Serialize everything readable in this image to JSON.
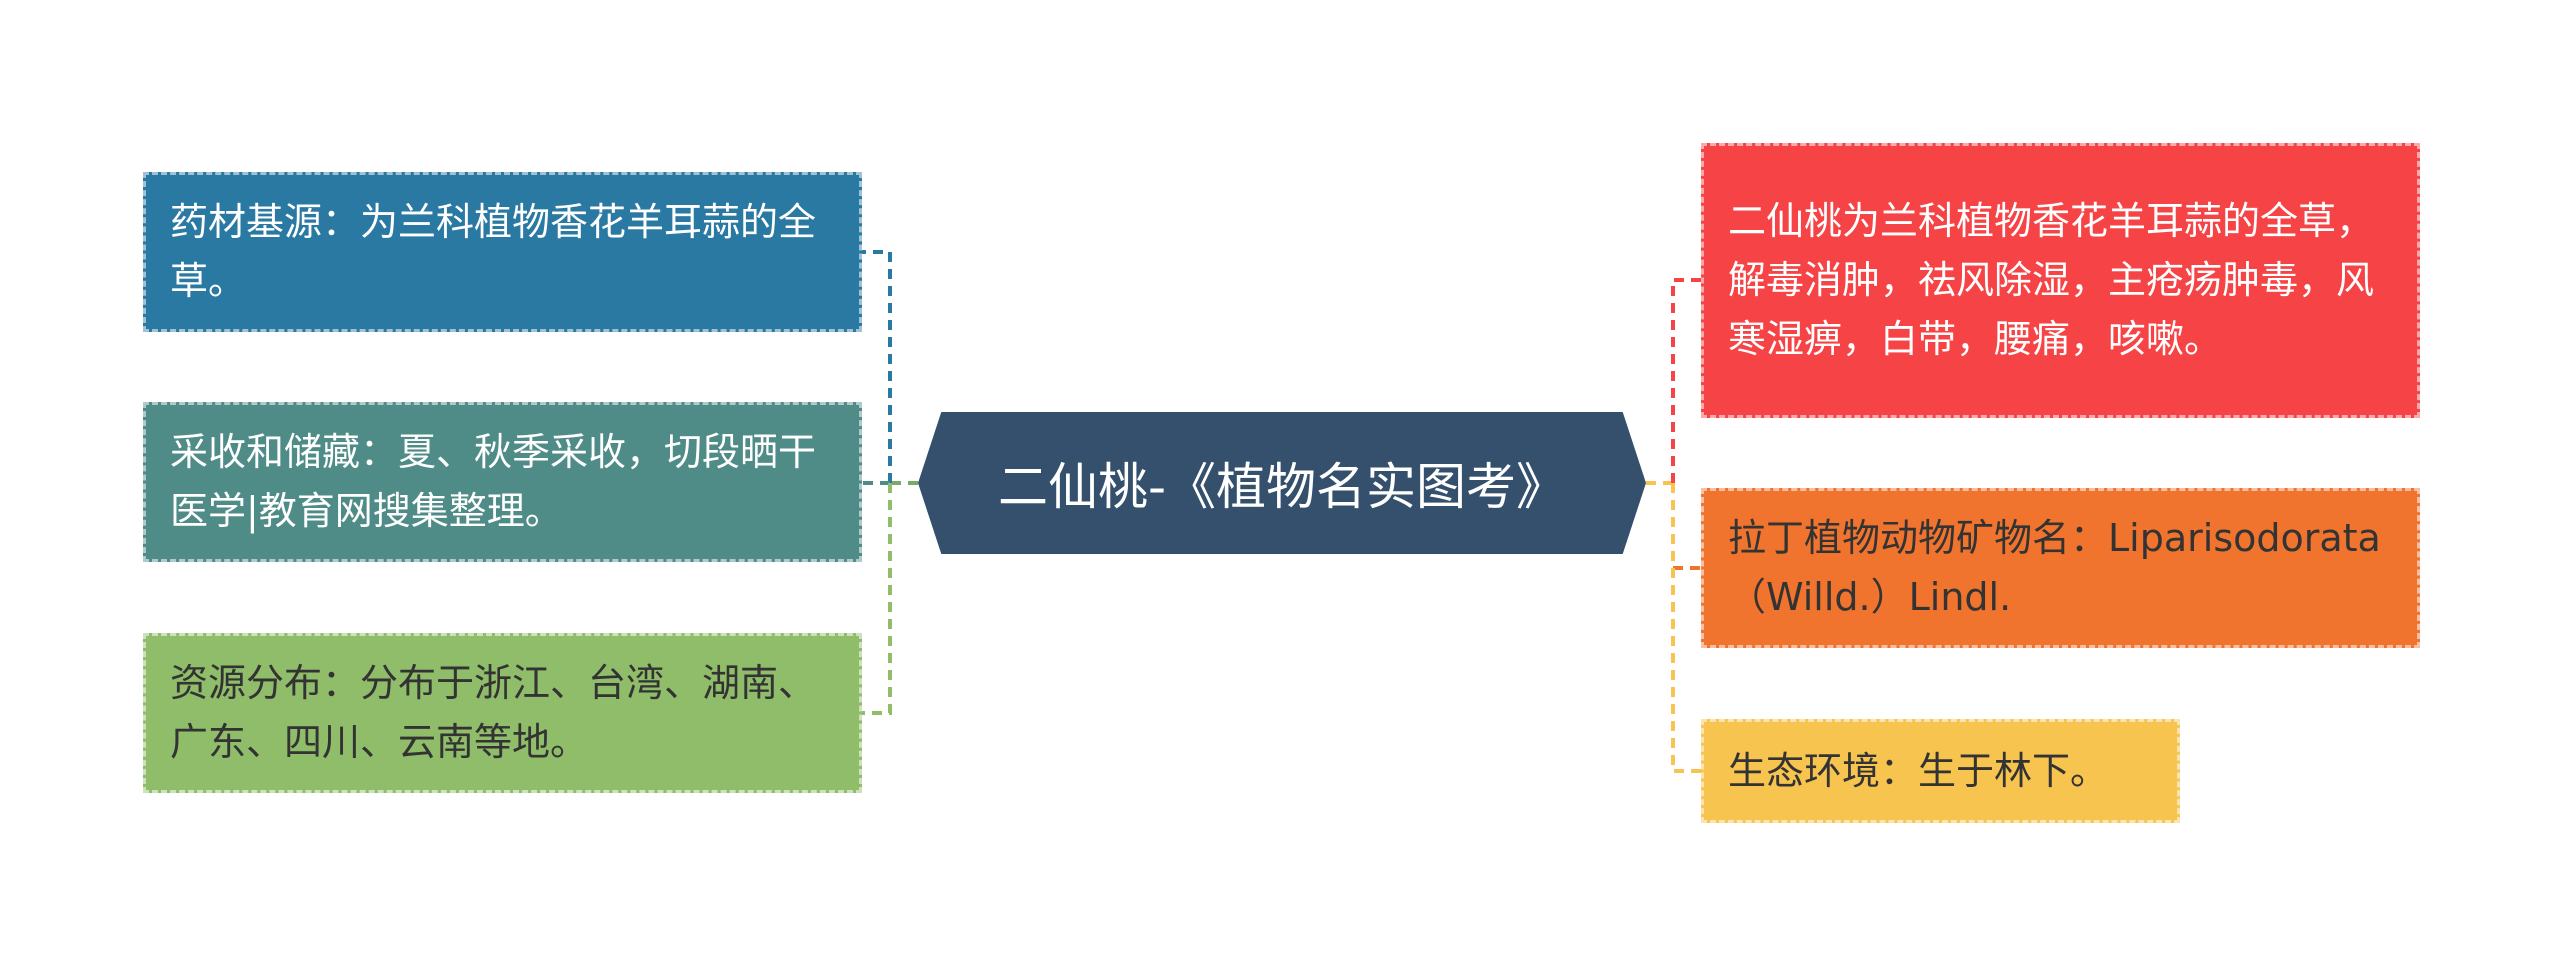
{
  "center": {
    "title": "二仙桃-《植物名实图考》"
  },
  "left_nodes": [
    {
      "id": "source",
      "text": "药材基源：为兰科植物香花羊耳蒜的全草。",
      "color": "#2a79a3"
    },
    {
      "id": "harvest",
      "text": "采收和储藏：夏、秋季采收，切段晒干医学|教育网搜集整理。",
      "color": "#4f8c87"
    },
    {
      "id": "distribution",
      "text": "资源分布：分布于浙江、台湾、湖南、广东、四川、云南等地。",
      "color": "#8fbd6a"
    }
  ],
  "right_nodes": [
    {
      "id": "effects",
      "text": "二仙桃为兰科植物香花羊耳蒜的全草，解毒消肿，祛风除湿，主疮疡肿毒，风寒湿痹，白带，腰痛，咳嗽。",
      "color": "#f64346"
    },
    {
      "id": "latin",
      "text": "拉丁植物动物矿物名：Liparisodorata（Willd.）Lindl.",
      "color": "#f0742e"
    },
    {
      "id": "habitat",
      "text": "生态环境：生于林下。",
      "color": "#f7c44f"
    }
  ],
  "center_color": "#34506c"
}
